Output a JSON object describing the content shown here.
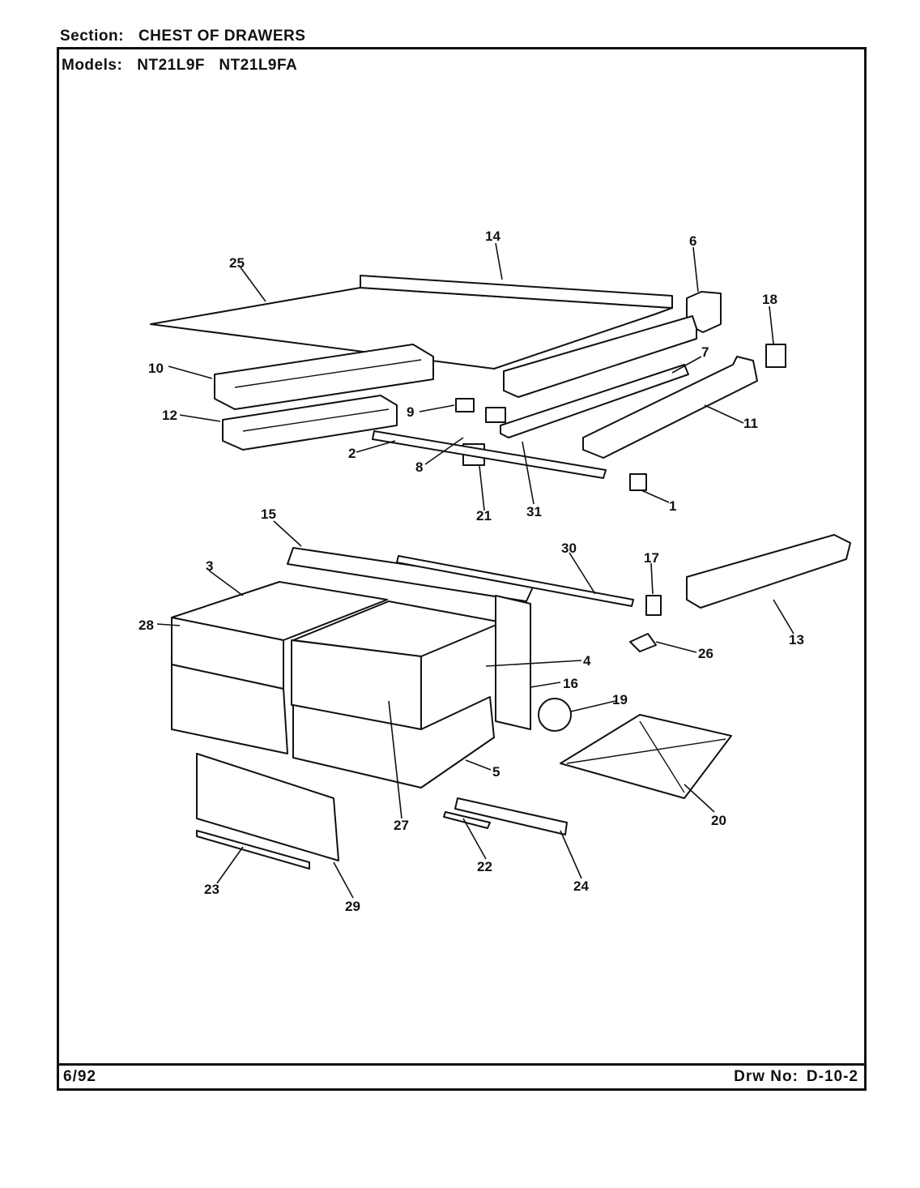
{
  "header": {
    "section_label": "Section:",
    "section_value": "CHEST OF DRAWERS",
    "models_label": "Models:",
    "models_value": "NT21L9F   NT21L9FA"
  },
  "footer": {
    "date": "6/92",
    "drawing_label": "Drw No:",
    "drawing_number": "D-10-2"
  },
  "callouts": [
    "1",
    "2",
    "3",
    "4",
    "5",
    "6",
    "7",
    "8",
    "9",
    "10",
    "11",
    "12",
    "13",
    "14",
    "15",
    "16",
    "17",
    "18",
    "19",
    "20",
    "21",
    "22",
    "23",
    "24",
    "25",
    "26",
    "27",
    "28",
    "29",
    "30",
    "31"
  ]
}
